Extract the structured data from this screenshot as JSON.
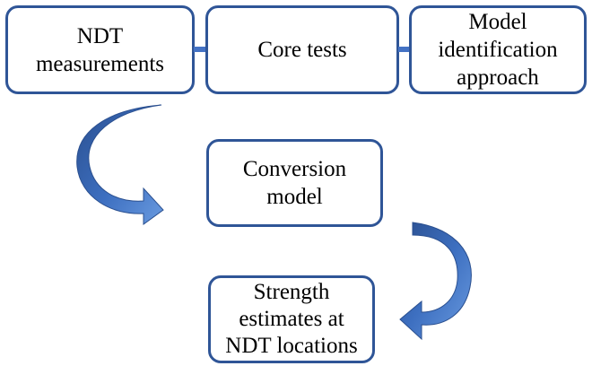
{
  "colors": {
    "box_border": "#2f5597",
    "connector": "#4472c4",
    "arrow_light": "#5b8fd6",
    "arrow_dark": "#2a4f8f",
    "text": "#000000"
  },
  "boxes": {
    "ndt": "NDT\nmeasurements",
    "core": "Core tests",
    "model": "Model\nidentification\napproach",
    "conversion": "Conversion\nmodel",
    "strength": "Strength\nestimates at\nNDT locations"
  },
  "arrows": {
    "left_icon": "curved-arrow-icon",
    "right_icon": "curved-arrow-icon"
  }
}
